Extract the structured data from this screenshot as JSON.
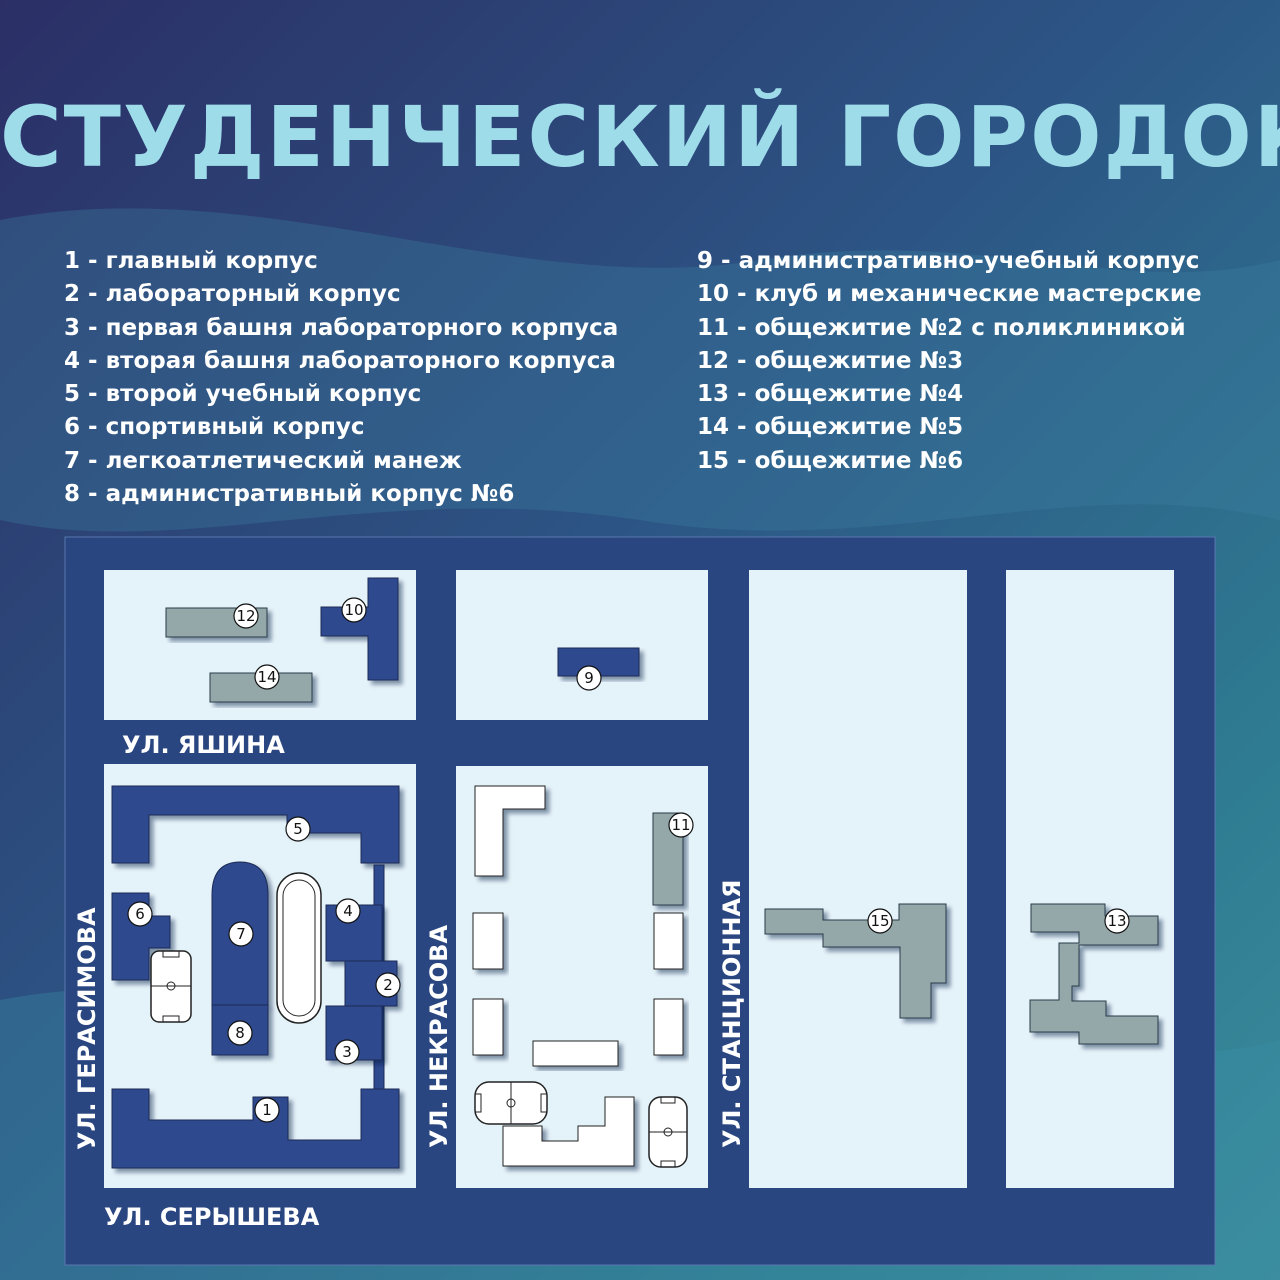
{
  "title": "СТУДЕНЧЕСКИЙ ГОРОДОК",
  "legend_left": [
    "1 - главный корпус",
    "2 - лабораторный корпус",
    "3 - первая башня лабораторного корпуса",
    "4 - вторая башня лабораторного корпуса",
    "5 - второй учебный корпус",
    "6 - спортивный корпус",
    "7 - легкоатлетический манеж",
    "8 - административный корпус №6"
  ],
  "legend_right": [
    "9 - административно-учебный корпус",
    "10 - клуб и механические мастерские",
    "11 - общежитие №2 с поликлиникой",
    "12 - общежитие №3",
    "13 - общежитие №4",
    "14 - общежитие №5",
    "15 - общежитие №6"
  ],
  "streets": {
    "yashina": "УЛ. ЯШИНА",
    "serysheva": "УЛ. СЕРЫШЕВА",
    "gerasimova": "УЛ. ГЕРАСИМОВА",
    "nekrasova": "УЛ. НЕКРАСОВА",
    "stantsionnaya": "УЛ. СТАНЦИОННАЯ"
  },
  "markers": [
    "1",
    "2",
    "3",
    "4",
    "5",
    "6",
    "7",
    "8",
    "9",
    "10",
    "11",
    "12",
    "13",
    "14",
    "15"
  ],
  "colors": {
    "title": "#9fdcea",
    "block": "#e4f3f9",
    "building_primary": "#2e4a8e",
    "building_dormitory": "#95a8a9",
    "building_other": "#ffffff",
    "road": "#2a4680"
  }
}
